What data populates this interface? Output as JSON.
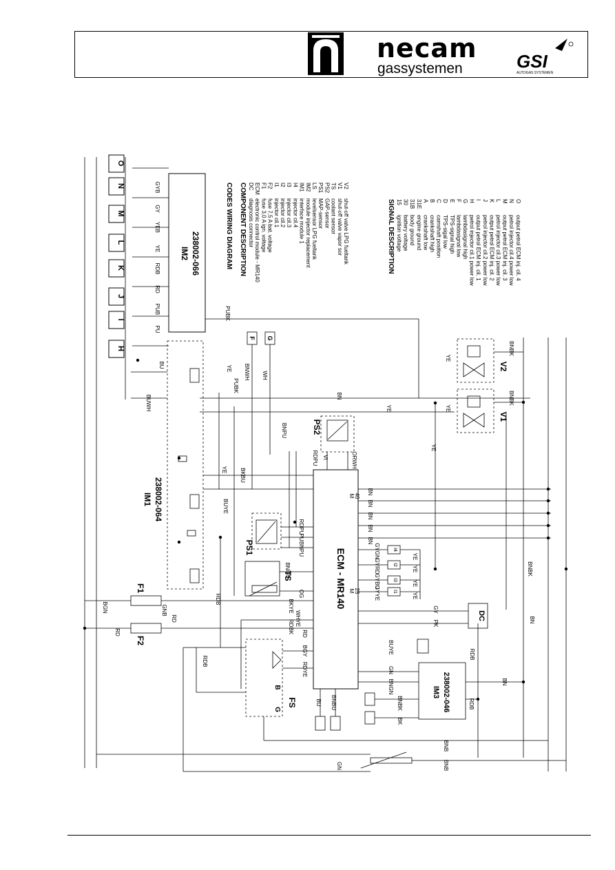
{
  "header": {
    "brand_name": "necam",
    "brand_tagline": "gassystemen",
    "partner_logo": "GSI",
    "partner_tagline": "AUTOGAS SYSTEMEN"
  },
  "diagram": {
    "title": "CODES WIRING DIAGRAM",
    "component_heading": "COMPONENT DESCRIPTION",
    "components": [
      {
        "code": "DC",
        "desc": "diagnosis connector"
      },
      {
        "code": "ECM",
        "desc": "electronic control module - MR140"
      },
      {
        "code": "F1",
        "desc": "fuse 3,0 A ign. voltage"
      },
      {
        "code": "F2",
        "desc": "fuse 7,5 A bat. voltage"
      },
      {
        "code": "I1",
        "desc": "injector cil.1"
      },
      {
        "code": "I2",
        "desc": "injector cil.2"
      },
      {
        "code": "I3",
        "desc": "injector cil.3"
      },
      {
        "code": "I4",
        "desc": "injector cil.4"
      },
      {
        "code": "IM1",
        "desc": "interface module 1"
      },
      {
        "code": "IM2",
        "desc": "module injector replacement"
      },
      {
        "code": "LS",
        "desc": "levelsensor LPG fueltank"
      },
      {
        "code": "PS1",
        "desc": "MAP-sensor"
      },
      {
        "code": "PS2",
        "desc": "GAP-sensor"
      },
      {
        "code": "TS",
        "desc": "coolant sensor"
      },
      {
        "code": "V1",
        "desc": "shut-off valve vapor sor"
      },
      {
        "code": "V2",
        "desc": "shut-off valve LPG fueltank"
      }
    ],
    "signal_heading": "SIGNAL DESCRIPTION",
    "signals": [
      {
        "code": "15",
        "desc": "ignition voltage"
      },
      {
        "code": "30",
        "desc": "battery voltage"
      },
      {
        "code": "31B",
        "desc": "body ground"
      },
      {
        "code": "31E",
        "desc": "engine ground"
      },
      {
        "code": "A",
        "desc": "crankshaft low"
      },
      {
        "code": "B",
        "desc": "crankshaft high"
      },
      {
        "code": "C",
        "desc": "camshaft position"
      },
      {
        "code": "D",
        "desc": "TPS-sigal low"
      },
      {
        "code": "E",
        "desc": "TPS-signal high"
      },
      {
        "code": "F",
        "desc": "lambdasignal low"
      },
      {
        "code": "G",
        "desc": "lambdasignal high"
      },
      {
        "code": "H",
        "desc": "petrol injector cil.1 power low"
      },
      {
        "code": "I",
        "desc": "output petrol ECM inj. cil. 1"
      },
      {
        "code": "J",
        "desc": "petrol injector cil.2 power low"
      },
      {
        "code": "K",
        "desc": "output petrol ECM inj. cil. 2"
      },
      {
        "code": "L",
        "desc": "petrol injector cil.3 power low"
      },
      {
        "code": "M",
        "desc": "output petrol ECM inj. cil. 3"
      },
      {
        "code": "N",
        "desc": "petrol injector cil.4 power low"
      },
      {
        "code": "O",
        "desc": "output petrol ECM inj. cil. 4"
      }
    ],
    "modules": {
      "im2_name": "IM2",
      "im2_part": "238002-066",
      "im1_name": "IM1",
      "im1_part": "238002-064",
      "im3_name": "IM3",
      "im3_part": "238002-046",
      "ecm": "ECM - MR140",
      "ps1": "PS1",
      "ps2": "PS2",
      "ts": "TS",
      "fs": "FS",
      "dc": "DC",
      "f1": "F1",
      "f2": "F2",
      "v1": "V1",
      "v2": "V2",
      "pin_m40": "M",
      "pin_40": "40",
      "pin_m25": "M",
      "pin_25": "25"
    },
    "connector_letters": [
      "O",
      "N",
      "M",
      "L",
      "K",
      "J",
      "I",
      "H"
    ],
    "side_connectors": [
      "F",
      "G"
    ],
    "im2_wires": [
      "GYB",
      "GY",
      "YEB",
      "YE",
      "RDB",
      "RD",
      "PUB",
      "PU"
    ],
    "ecm_top_wires": [
      "BN",
      "BN",
      "BN",
      "BN",
      "BN"
    ],
    "ecm_inj_tags": [
      "I4",
      "I2",
      "I3",
      "I1"
    ],
    "ecm_inj_wires": [
      "GYGN",
      "GYRD",
      "GYBU",
      "GYYE"
    ],
    "ecm_inj_ye": [
      "YE",
      "YE",
      "YE",
      "YE"
    ],
    "ecm_left_wires": [
      "RDPU",
      "PU",
      "BNPU",
      "BNGN",
      "OG",
      "BKYE",
      "WHYE",
      "RDBK",
      "RD",
      "BGY",
      "RDYE"
    ],
    "ecm_right_wires": [
      "GY",
      "PK",
      "BUYE",
      "GN",
      "BNGN",
      "BNBK",
      "BK"
    ],
    "ps2_wires": [
      "BNPU",
      "RDPU",
      "VI",
      "ORWH"
    ],
    "misc_wires": {
      "pubk": "PUBK",
      "bnwh": "BNWH",
      "wh": "WH",
      "bkbu": "BKBU",
      "buye": "BUYE",
      "bu": "BU",
      "buwh": "BUWH",
      "ye": "YE",
      "bn": "BN",
      "bnbk": "BNBK",
      "bgn": "BGN",
      "gnb": "GNB",
      "rdb": "RDB",
      "rd": "RD",
      "bnb": "BNB",
      "gn": "GN",
      "bnbu": "BNBU",
      "fs_g": "G",
      "fs_b": "B"
    }
  }
}
